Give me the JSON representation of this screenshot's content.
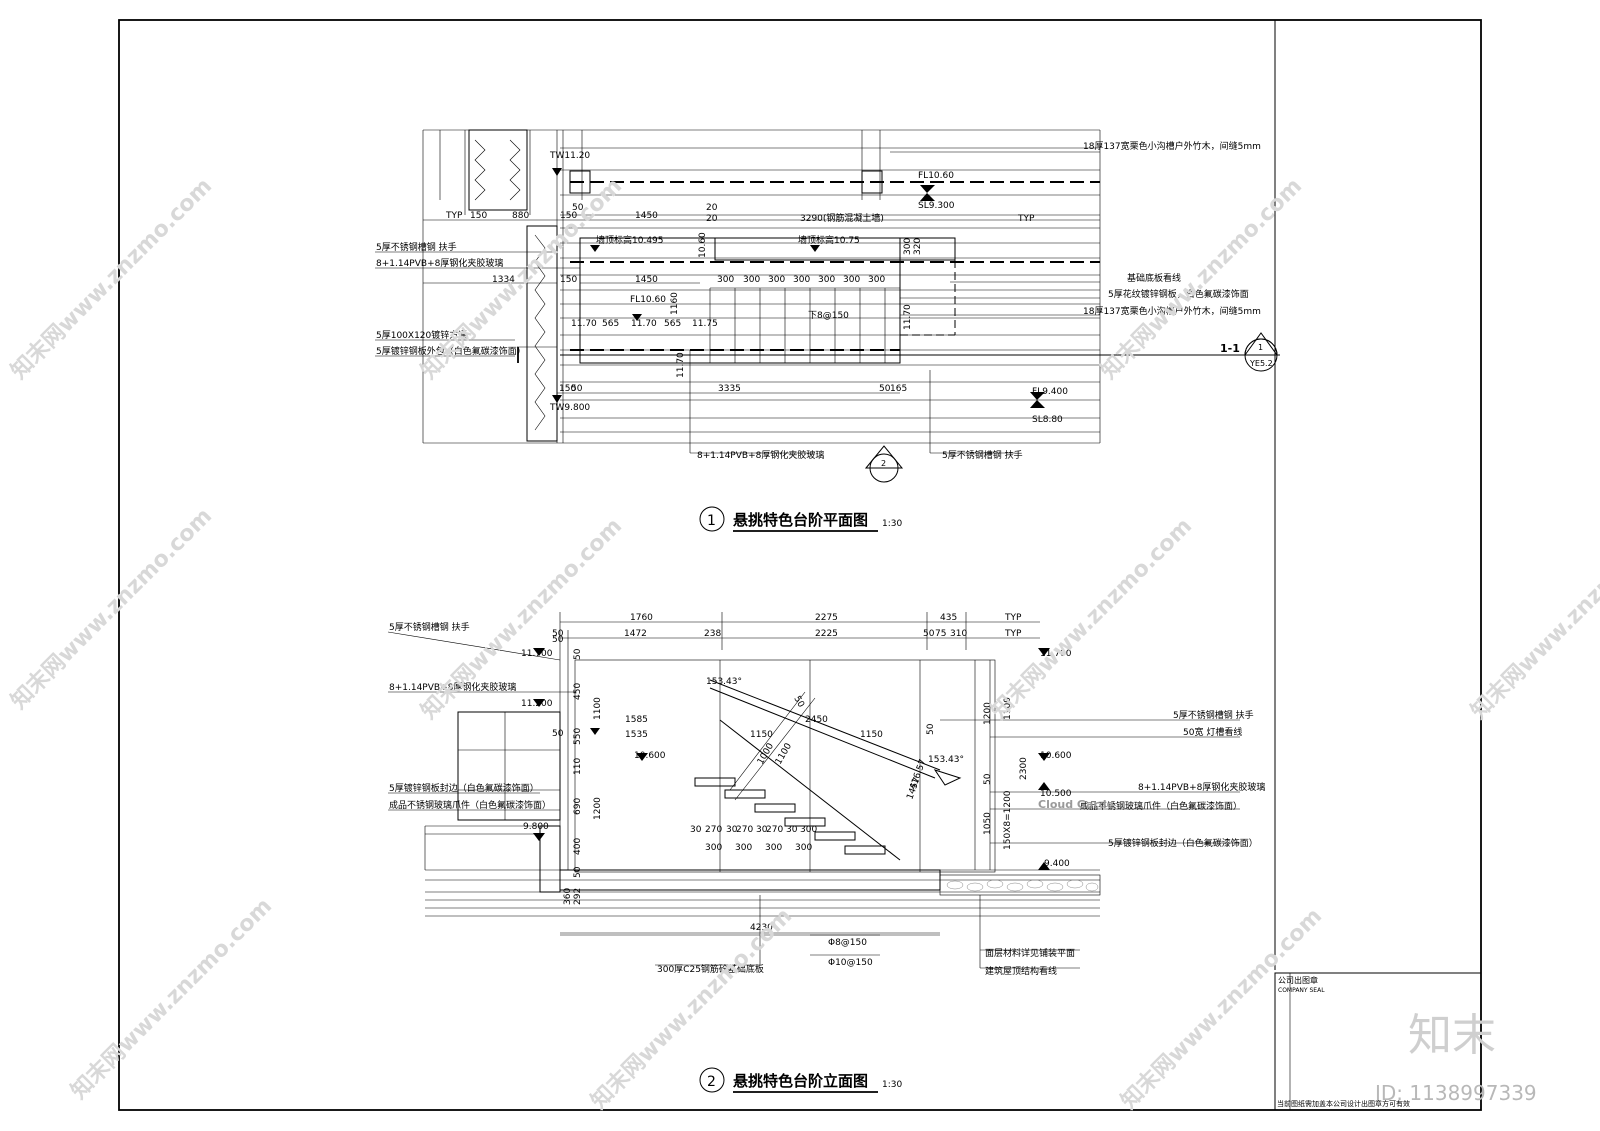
{
  "plan": {
    "title_num": "1",
    "title": "悬挑特色台阶平面图",
    "scale": "1:30",
    "levels": {
      "tw1": "TW11.20",
      "fl1": "FL10.60",
      "sl1": "SL9.300",
      "wall_top1": "墙顶标高10.495",
      "wall_top2": "墙顶标高10.75",
      "fl2": "FL10.60",
      "v1": "11.70",
      "v2": "11.70",
      "v3": "11.75",
      "v4": "11.70",
      "v5": "11.70",
      "tw2": "TW9.800",
      "fl3": "FL9.400",
      "sl2": "SL8.80",
      "v6": "10.60"
    },
    "dims": {
      "typ1": "TYP",
      "d150a": "150",
      "d880": "880",
      "d150b": "150",
      "d50a": "50",
      "d1450a": "1450",
      "d20a": "20",
      "d20b": "20",
      "d3290": "3290(钢筋混凝土墙)",
      "typ2": "TYP",
      "d1334": "1334",
      "d150c": "150",
      "d1450b": "1450",
      "d300": [
        "300",
        "300",
        "300",
        "300",
        "300",
        "300",
        "300"
      ],
      "d565a": "565",
      "d565b": "565",
      "d1160": "1160",
      "d1300": "300",
      "d320": "320",
      "rebar": "下8@150",
      "d150d": "150",
      "d50b": "50",
      "d3335": "3335",
      "d50c": "50",
      "d165": "165"
    },
    "labels": {
      "l1": "5厚不锈钢槽钢 扶手",
      "l2": "8+1.14PVB+8厚钢化夹胶玻璃",
      "l3": "5厚100X120镀锌方通",
      "l4": "5厚镀锌钢板外包（白色氟碳漆饰面）",
      "r1": "18厚137宽栗色小沟槽户外竹木，间缝5mm",
      "r2": "基础底板看线",
      "r3": "5厚花纹镀锌钢板，白色氟碳漆饰面",
      "r4": "18厚137宽栗色小沟槽户外竹木，间缝5mm",
      "b1": "8+1.14PVB+8厚钢化夹胶玻璃",
      "b2": "5厚不锈钢槽钢 扶手"
    },
    "section_mark": {
      "label": "1-1",
      "num": "1",
      "ref": "YE5.2"
    },
    "view_mark": {
      "num": "2"
    }
  },
  "elev": {
    "title_num": "2",
    "title": "悬挑特色台阶立面图",
    "scale": "1:30",
    "top_dims": {
      "d1760": "1760",
      "d2275": "2275",
      "d435": "435",
      "typ1": "TYP",
      "d50": "50",
      "d1472": "1472",
      "d238": "238",
      "d2225": "2225",
      "d50b": "50",
      "d75": "75",
      "d310": "310",
      "typ2": "TYP"
    },
    "levels": {
      "l11700a": "11.700",
      "l11700b": "11.700",
      "l11200": "11.200",
      "l10600a": "10.600",
      "l10600b": "10.600",
      "l10500": "10.500",
      "l9800": "9.800",
      "l9400": "9.400"
    },
    "dims": {
      "d50a": "50",
      "d450": "450",
      "d1100a": "1100",
      "d50b": "50",
      "d550": "550",
      "d1585": "1585",
      "d1535": "1535",
      "d2450": "2450",
      "d1150a": "1150",
      "d1150b": "1150",
      "d50c": "50",
      "d1200a": "1200",
      "d1100b": "1100",
      "d110": "110",
      "d690": "690",
      "d1200b": "1200",
      "d400": "400",
      "d2300": "2300",
      "d50d": "50",
      "d1050": "1050",
      "d150x8": "150X8=1200",
      "d50e": "50",
      "d1000": "1000",
      "d1100c": "1100",
      "d1457": "1457",
      "d50f": "50",
      "d292": "292",
      "d360": "360",
      "d4230": "4230",
      "d30": "30",
      "steps_a": [
        "270",
        "30",
        "270",
        "30",
        "270",
        "30",
        "300"
      ],
      "steps_b": [
        "300",
        "300",
        "300",
        "300"
      ],
      "angle1": "153.43°",
      "angle2": "153.43°",
      "d416": "416.57"
    },
    "labels": {
      "l1": "5厚不锈钢槽钢 扶手",
      "l2": "8+1.14PVB+8厚钢化夹胶玻璃",
      "l3": "5厚镀锌钢板封边（白色氟碳漆饰面）",
      "l4": "成品不锈钢玻璃爪件（白色氟碳漆饰面）",
      "r1": "5厚不锈钢槽钢 扶手",
      "r2": "50宽 灯槽看线",
      "r3": "8+1.14PVB+8厚钢化夹胶玻璃",
      "r4": "成品不锈钢玻璃爪件（白色氟碳漆饰面）",
      "r5": "5厚镀锌钢板封边（白色氟碳漆饰面）",
      "b1": "300厚C25钢筋砼基础底板",
      "b2": "Φ8@150",
      "b3": "Φ10@150",
      "b4": "面层材料详见铺装平面",
      "b5": "建筑屋顶结构看线",
      "cloud": "Cloud Garde"
    }
  },
  "titleblock": {
    "seal_cn": "公司出图章",
    "seal_en": "COMPANY SEAL",
    "note": "当前图纸需加盖本公司设计出图章方可有效"
  },
  "watermark": {
    "site": "知末网www.znzmo.com",
    "brand": "知末",
    "id": "ID: 1138997339"
  }
}
